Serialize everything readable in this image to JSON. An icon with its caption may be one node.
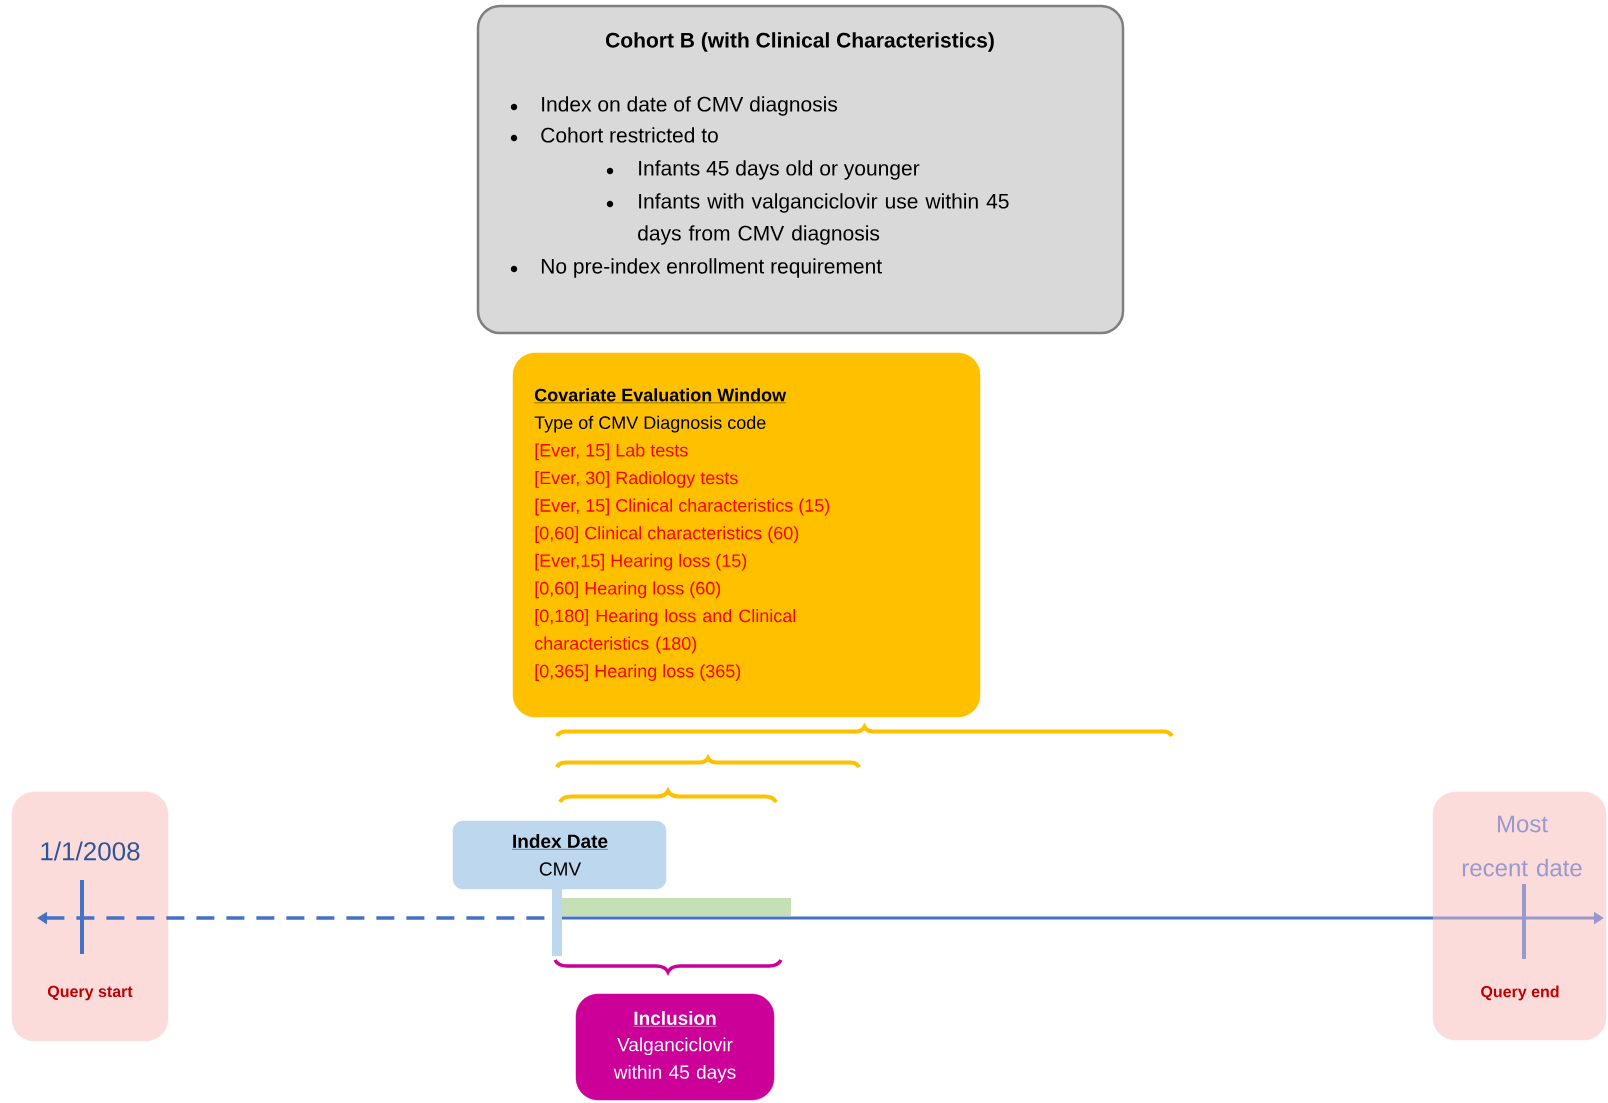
{
  "diagram": {
    "nodes": [
      {
        "text": [
          "Cohort B (with Clinical Characteristics)",
          "Index on date of CMV diagnosis",
          "Cohort restricted to",
          "Infants 45 days old or younger",
          "Infants with valganciclovir use within 45 days from CMV diagnosis",
          "No pre-index enrollment requirement"
        ]
      },
      {
        "text": [
          "Covariate Evaluation Window",
          "Type of CMV Diagnosis code",
          "[Ever, 15] Lab tests",
          "[Ever, 30] Radiology tests",
          "[Ever, 15] Clinical characteristics (15)",
          "[0,60] Clinical characteristics (60)",
          "[Ever,15] Hearing loss (15)",
          "[0,60] Hearing loss (60)",
          "[0,180] Hearing loss and Clinical characteristics (180)",
          "[0,365] Hearing loss (365)"
        ]
      },
      {
        "text": [
          "1/1/2008",
          "Query start"
        ]
      },
      {
        "text": [
          "Index Date",
          "CMV"
        ]
      },
      {
        "text": [
          "Inclusion",
          "Valganciclovir within 45 days"
        ]
      },
      {
        "text": [
          "Most recent date",
          "Query end"
        ]
      }
    ]
  }
}
